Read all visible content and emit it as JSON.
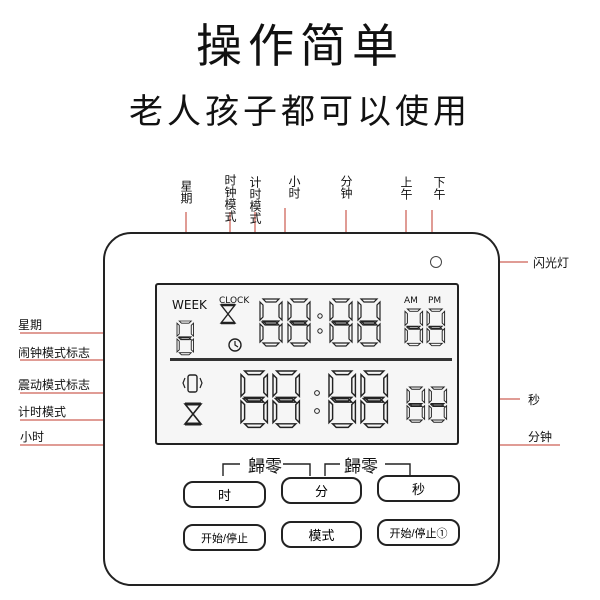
{
  "header": {
    "title": "操作简单",
    "subtitle": "老人孩子都可以使用"
  },
  "top_callouts": {
    "week": "星期",
    "clock_mode": "时钟模式",
    "timer_mode": "计时模式",
    "hour": "小时",
    "minute": "分钟",
    "am": "上午",
    "pm": "下午"
  },
  "side_callouts": {
    "flash": "闪光灯",
    "week": "星期",
    "alarm_flag": "闹钟模式标志",
    "vibrate_flag": "震动模式标志",
    "timer": "计时模式",
    "hour": "小时",
    "second": "秒",
    "minute": "分钟"
  },
  "lcd": {
    "week_text": "WEEK",
    "clock_text": "CLOCK",
    "am": "AM",
    "pm": "PM"
  },
  "buttons": {
    "group_label": "歸零",
    "hour": "时",
    "minute": "分",
    "second": "秒",
    "start_stop": "开始/停止",
    "mode": "模式",
    "start_stop_2": "开始/停止①"
  }
}
